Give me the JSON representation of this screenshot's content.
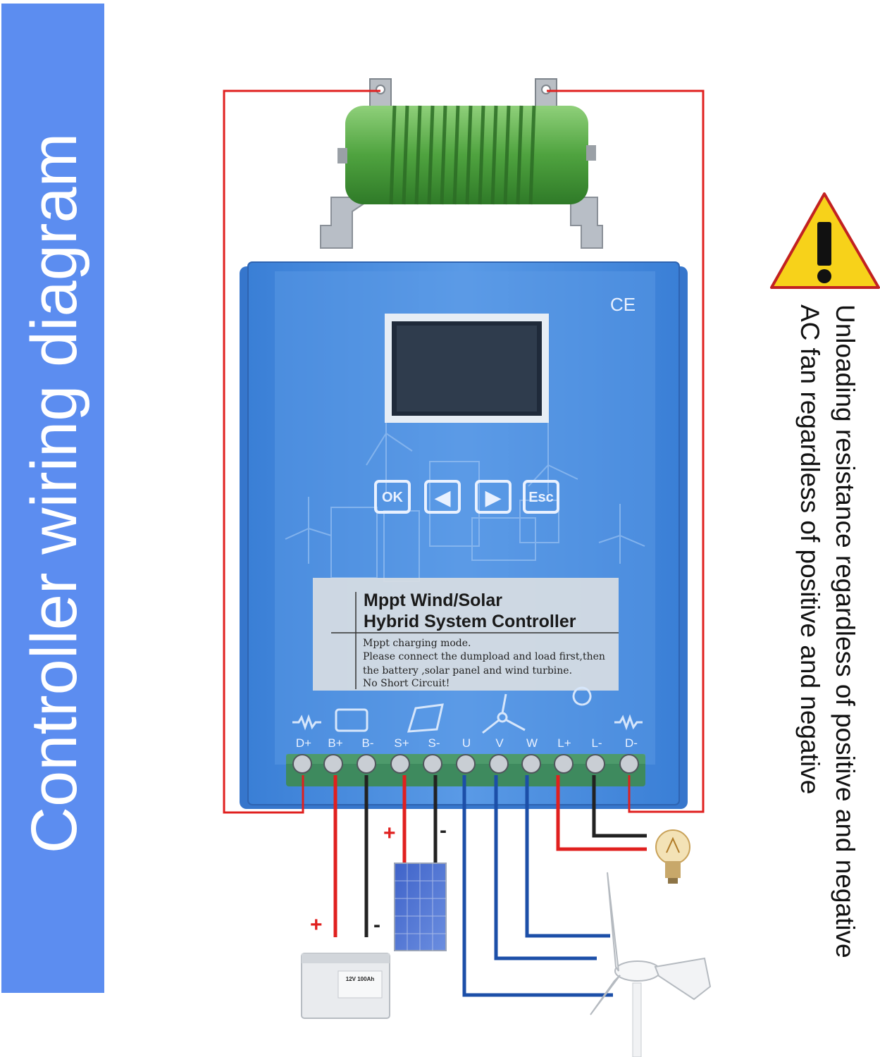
{
  "banner": {
    "title": "Controller wiring diagram"
  },
  "notes": {
    "line1": "Unloading resistance regardless of positive and negative",
    "line2": "AC fan regardless of positive and negative"
  },
  "controller": {
    "ce_mark": "CE",
    "buttons": [
      "OK",
      "◀",
      "▶",
      "Esc"
    ],
    "label_title_1": "Mppt Wind/Solar",
    "label_title_2": "Hybrid System Controller",
    "label_lines": [
      "Mppt charging mode.",
      "Please connect the dumpload and load first,then",
      "the battery ,solar panel and wind turbine.",
      "No Short Circuit!"
    ],
    "terminals": [
      "D+",
      "B+",
      "B-",
      "S+",
      "S-",
      "U",
      "V",
      "W",
      "L+",
      "L-",
      "D-"
    ]
  },
  "polarity": {
    "battery_plus": "+",
    "battery_minus": "-",
    "solar_plus": "+",
    "solar_minus": "-"
  },
  "battery": {
    "label": "12V 100Ah"
  },
  "colors": {
    "banner": "#5c8df0",
    "wire_red": "#e0201f",
    "wire_black": "#222222",
    "wire_blue": "#1c4fa8",
    "controller_body": "#4a8ee0",
    "terminal_block": "#3e8a5e",
    "resistor": "#4fa33f",
    "warning": "#f7d21a"
  }
}
